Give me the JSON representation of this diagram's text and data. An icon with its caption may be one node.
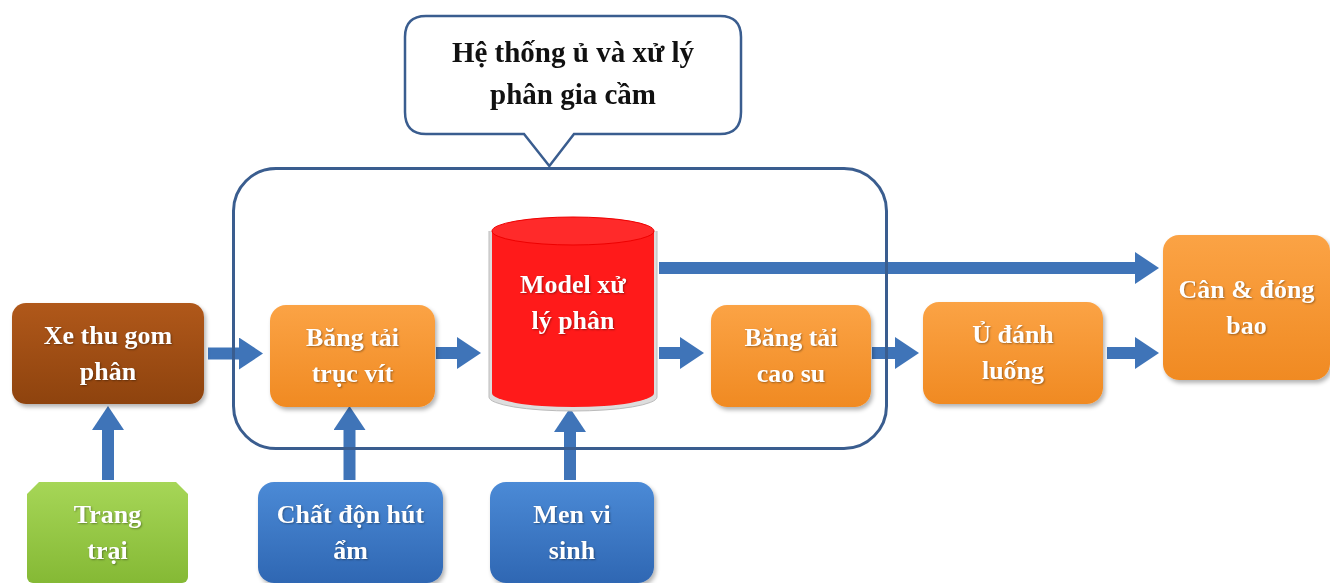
{
  "diagram": {
    "nodes": [
      {
        "text": [
          "Hệ thống ủ và xử lý phân gia cầm"
        ]
      },
      {
        "text": [],
        "shape": "box"
      },
      {
        "text": [
          "Xe thu gom phân"
        ]
      },
      {
        "text": [
          "Băng tải trục vít"
        ],
        "in": 1
      },
      {
        "text": [
          "Model xử lý phân"
        ],
        "in": 1
      },
      {
        "text": [
          "Băng tải cao su"
        ],
        "in": 1
      },
      {
        "text": [
          "Ủ đánh luống"
        ]
      },
      {
        "text": [
          "Cân & đóng bao"
        ]
      },
      {
        "text": [
          "Trang trại"
        ]
      },
      {
        "text": [
          "Chất độn hút ẩm"
        ]
      },
      {
        "text": [
          "Men vi sinh"
        ]
      }
    ],
    "edges": [
      {
        "from": 2,
        "to": 3,
        "arrow": "to"
      },
      {
        "from": 3,
        "to": 4,
        "arrow": "to"
      },
      {
        "from": 4,
        "to": 5,
        "arrow": "to"
      },
      {
        "from": 5,
        "to": 6,
        "arrow": "to"
      },
      {
        "from": 6,
        "to": 7,
        "arrow": "to"
      },
      {
        "from": 4,
        "to": 7,
        "arrow": "to"
      },
      {
        "from": 8,
        "to": 2,
        "arrow": "to"
      },
      {
        "from": 9,
        "to": 3,
        "arrow": "to"
      },
      {
        "from": 10,
        "to": 4,
        "arrow": "to"
      }
    ]
  }
}
